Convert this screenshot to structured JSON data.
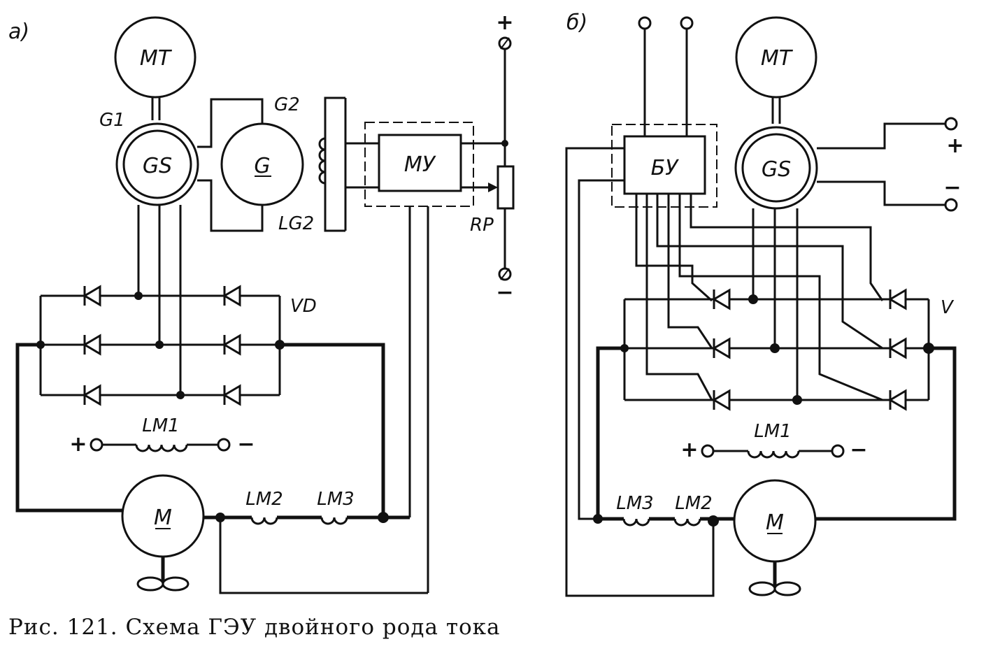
{
  "panel_a": {
    "label": "а)",
    "machines": {
      "mt": "МТ",
      "gs": "GS",
      "g": "G",
      "m": "M"
    },
    "labels": {
      "g1": "G1",
      "g2": "G2",
      "lg2": "LG2",
      "mu": "МУ",
      "rp": "RP",
      "vd": "VD",
      "lm1": "LM1",
      "lm2": "LM2",
      "lm3": "LM3"
    },
    "signs": {
      "plus": "+",
      "minus": "−"
    }
  },
  "panel_b": {
    "label": "б)",
    "machines": {
      "mt": "МТ",
      "gs": "GS",
      "m": "M"
    },
    "labels": {
      "bu": "БУ",
      "v": "V",
      "lm1": "LM1",
      "lm2": "LM2",
      "lm3": "LM3"
    },
    "signs": {
      "plus": "+",
      "minus": "−"
    }
  },
  "caption": "Рис. 121. Схема ГЭУ двойного рода тока"
}
